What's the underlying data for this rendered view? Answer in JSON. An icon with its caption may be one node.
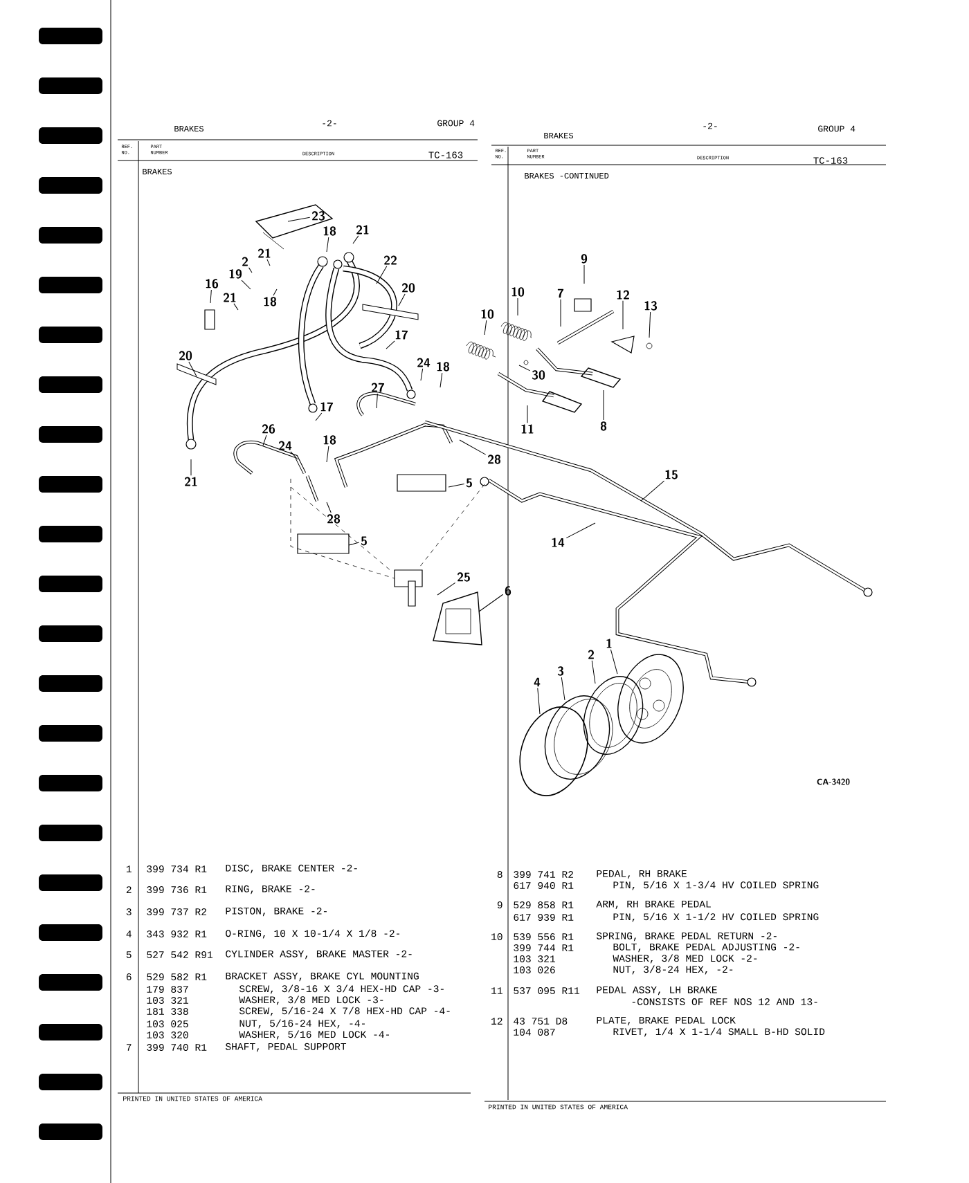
{
  "diagram": {
    "nodes": [
      {
        "text": [
          "23"
        ]
      },
      {
        "text": [
          "21"
        ]
      },
      {
        "text": [
          "18"
        ]
      },
      {
        "text": [
          "22"
        ]
      },
      {
        "text": [
          "20"
        ]
      },
      {
        "text": [
          "21"
        ]
      },
      {
        "text": [
          "2"
        ]
      },
      {
        "text": [
          "19"
        ]
      },
      {
        "text": [
          "16"
        ]
      },
      {
        "text": [
          "21"
        ]
      },
      {
        "text": [
          "18"
        ]
      },
      {
        "text": [
          "20"
        ]
      },
      {
        "text": [
          "17"
        ]
      },
      {
        "text": [
          "10"
        ]
      },
      {
        "text": [
          "24"
        ]
      },
      {
        "text": [
          "18"
        ]
      },
      {
        "text": [
          "27"
        ]
      },
      {
        "text": [
          "17"
        ]
      },
      {
        "text": [
          "26"
        ]
      },
      {
        "text": [
          "24"
        ]
      },
      {
        "text": [
          "18"
        ]
      },
      {
        "text": [
          "28"
        ]
      },
      {
        "text": [
          "5"
        ]
      },
      {
        "text": [
          "21"
        ]
      },
      {
        "text": [
          "28"
        ]
      },
      {
        "text": [
          "9"
        ]
      },
      {
        "text": [
          "10"
        ]
      },
      {
        "text": [
          "7"
        ]
      },
      {
        "text": [
          "12"
        ]
      },
      {
        "text": [
          "13"
        ]
      },
      {
        "text": [
          "30"
        ]
      },
      {
        "text": [
          "11"
        ]
      },
      {
        "text": [
          "8"
        ]
      },
      {
        "text": [
          "15"
        ]
      },
      {
        "text": [
          "14"
        ]
      },
      {
        "text": [
          "5"
        ]
      },
      {
        "text": [
          "25"
        ]
      },
      {
        "text": [
          "6"
        ]
      },
      {
        "text": [
          "1"
        ]
      },
      {
        "text": [
          "2"
        ]
      },
      {
        "text": [
          "3"
        ]
      },
      {
        "text": [
          "4"
        ]
      }
    ],
    "edges": [
      {
        "from": 0,
        "to": null,
        "arrow": "none"
      },
      {
        "from": 1,
        "to": null,
        "arrow": "none"
      },
      {
        "from": 2,
        "to": null,
        "arrow": "none"
      },
      {
        "from": 3,
        "to": null,
        "arrow": "none"
      },
      {
        "from": 4,
        "to": null,
        "arrow": "none"
      },
      {
        "from": 5,
        "to": null,
        "arrow": "none"
      },
      {
        "from": 6,
        "to": null,
        "arrow": "none"
      },
      {
        "from": 7,
        "to": null,
        "arrow": "none"
      },
      {
        "from": 8,
        "to": null,
        "arrow": "none"
      },
      {
        "from": 9,
        "to": null,
        "arrow": "none"
      },
      {
        "from": 10,
        "to": null,
        "arrow": "none"
      },
      {
        "from": 11,
        "to": null,
        "arrow": "none"
      },
      {
        "from": 12,
        "to": null,
        "arrow": "none"
      },
      {
        "from": 13,
        "to": null,
        "arrow": "none"
      },
      {
        "from": 14,
        "to": null,
        "arrow": "none"
      },
      {
        "from": 15,
        "to": null,
        "arrow": "none"
      },
      {
        "from": 16,
        "to": null,
        "arrow": "none"
      },
      {
        "from": 17,
        "to": null,
        "arrow": "none"
      },
      {
        "from": 18,
        "to": null,
        "arrow": "none"
      },
      {
        "from": 19,
        "to": null,
        "arrow": "none"
      },
      {
        "from": 20,
        "to": null,
        "arrow": "none"
      },
      {
        "from": 21,
        "to": null,
        "arrow": "none"
      },
      {
        "from": 22,
        "to": null,
        "arrow": "none"
      },
      {
        "from": 23,
        "to": null,
        "arrow": "none"
      },
      {
        "from": 24,
        "to": null,
        "arrow": "none"
      },
      {
        "from": 25,
        "to": null,
        "arrow": "none"
      },
      {
        "from": 26,
        "to": null,
        "arrow": "none"
      },
      {
        "from": 27,
        "to": null,
        "arrow": "none"
      },
      {
        "from": 28,
        "to": null,
        "arrow": "none"
      },
      {
        "from": 29,
        "to": null,
        "arrow": "none"
      },
      {
        "from": 30,
        "to": null,
        "arrow": "none"
      },
      {
        "from": 31,
        "to": null,
        "arrow": "none"
      },
      {
        "from": 32,
        "to": null,
        "arrow": "none"
      },
      {
        "from": 33,
        "to": null,
        "arrow": "none"
      },
      {
        "from": 34,
        "to": null,
        "arrow": "none"
      },
      {
        "from": 35,
        "to": null,
        "arrow": "none"
      },
      {
        "from": 36,
        "to": null,
        "arrow": "none"
      },
      {
        "from": 37,
        "to": null,
        "arrow": "none"
      },
      {
        "from": 38,
        "to": null,
        "arrow": "none"
      },
      {
        "from": 39,
        "to": null,
        "arrow": "none"
      },
      {
        "from": 40,
        "to": null,
        "arrow": "none"
      },
      {
        "from": 41,
        "to": null,
        "arrow": "none"
      }
    ],
    "labels": [
      "BRAKES",
      "-2-",
      "GROUP 4",
      "REF. NO.",
      "PART NUMBER",
      "DESCRIPTION",
      "TC-163",
      "BRAKES",
      "BRAKES",
      "-2-",
      "GROUP 4",
      "REF. NO.",
      "PART NUMBER",
      "DESCRIPTION",
      "TC-163",
      "BRAKES -CONTINUED",
      "CA-3420",
      "1",
      "399 734 R1",
      "DISC, BRAKE CENTER -2-",
      "2",
      "399 736 R1",
      "RING, BRAKE -2-",
      "3",
      "399 737 R2",
      "PISTON, BRAKE -2-",
      "4",
      "343 932 R1",
      "O-RING, 10 X 10-1/4 X 1/8 -2-",
      "5",
      "527 542 R91",
      "CYLINDER ASSY, BRAKE MASTER -2-",
      "6",
      "529 582 R1",
      "BRACKET ASSY, BRAKE CYL MOUNTING",
      "179 837",
      "SCREW, 3/8-16 X 3/4 HEX-HD CAP -3-",
      "103 321",
      "WASHER, 3/8 MED LOCK -3-",
      "181 338",
      "SCREW, 5/16-24 X 7/8 HEX-HD CAP -4-",
      "103 025",
      "NUT, 5/16-24 HEX, -4-",
      "103 320",
      "WASHER, 5/16 MED LOCK -4-",
      "7",
      "399 740 R1",
      "SHAFT, PEDAL SUPPORT",
      "8",
      "399 741 R2",
      "PEDAL, RH BRAKE",
      "617 940 R1",
      "PIN, 5/16 X 1-3/4 HV COILED SPRING",
      "9",
      "529 858 R1",
      "ARM, RH BRAKE PEDAL",
      "617 939 R1",
      "PIN, 5/16 X 1-1/2 HV COILED SPRING",
      "10",
      "539 556 R1",
      "SPRING, BRAKE PEDAL RETURN -2-",
      "399 744 R1",
      "BOLT, BRAKE PEDAL ADJUSTING -2-",
      "103 321",
      "WASHER, 3/8 MED LOCK -2-",
      "103 026",
      "NUT, 3/8-24 HEX, -2-",
      "11",
      "537 095 R11",
      "PEDAL ASSY, LH BRAKE",
      "-CONSISTS OF REF NOS 12 AND 13-",
      "12",
      "43 751 D8",
      "PLATE, BRAKE PEDAL LOCK",
      "104 087",
      "RIVET, 1/4 X 1-1/4 SMALL B-HD SOLID",
      "PRINTED IN UNITED STATES OF AMERICA",
      "PRINTED IN UNITED STATES OF AMERICA"
    ]
  }
}
